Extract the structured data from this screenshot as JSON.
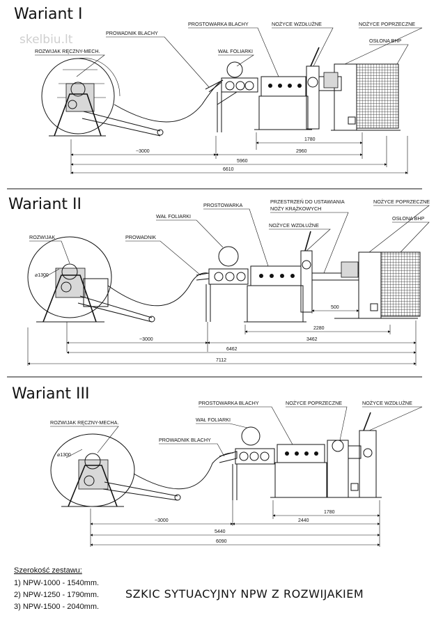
{
  "watermark": "skelbiu.lt",
  "variants": [
    {
      "title": "Wariant I",
      "labels": {
        "decoiler": "ROZWIJAK RĘCZNY-MECH.",
        "guide": "PROWADNIK BLACHY",
        "foil_roll": "WAŁ FOLIARKI",
        "straightener": "PROSTOWARKA BLACHY",
        "long_shears": "NOŻYCE WZDŁUŻNE",
        "cross_shears": "NOŻYCE POPRZECZNE",
        "guard": "OSŁONA BHP"
      },
      "dims": {
        "d1780": "1780",
        "d3000": "~3000",
        "d2960": "2960",
        "d5960": "5960",
        "d6610": "6610"
      }
    },
    {
      "title": "Wariant II",
      "labels": {
        "foil_roll": "WAŁ FOLIARKI",
        "straightener": "PROSTOWARKA",
        "space_line1": "PRZESTRZEŃ DO USTAWIANIA",
        "space_line2": "NOŻY KRĄŻKOWYCH",
        "cross_shears": "NOŻYCE POPRZECZNE",
        "decoiler": "ROZWIJAK",
        "guide": "PROWADNIK",
        "long_shears": "NOŻYCE WZDŁUŻNE",
        "guard": "OSŁONA BHP"
      },
      "dims": {
        "diameter": "⌀1300",
        "d500": "500",
        "d2280": "2280",
        "d3000": "~3000",
        "d3462": "3462",
        "d6462": "6462",
        "d7112": "7112"
      }
    },
    {
      "title": "Wariant III",
      "labels": {
        "straightener": "PROSTOWARKA BLACHY",
        "cross_shears": "NOŻYCE POPRZECZNE",
        "long_shears": "NOŻYCE WZDŁUŻNE",
        "decoiler": "ROZWIJAK RĘCZNY-MECHA.",
        "foil_roll": "WAŁ FOLIARKI",
        "guide": "PROWADNIK BLACHY"
      },
      "dims": {
        "diameter": "⌀1300",
        "d1780": "1780",
        "d3000": "~3000",
        "d2440": "2440",
        "d5440": "5440",
        "d6090": "6090"
      }
    }
  ],
  "footer": {
    "widths_title": "Szerokość zestawu:",
    "widths": [
      "1) NPW-1000 - 1540mm.",
      "2) NPW-1250 - 1790mm.",
      "3) NPW-1500 - 2040mm."
    ],
    "main_title": "SZKIC SYTUACYJNY NPW Z ROZWIJAKIEM"
  }
}
